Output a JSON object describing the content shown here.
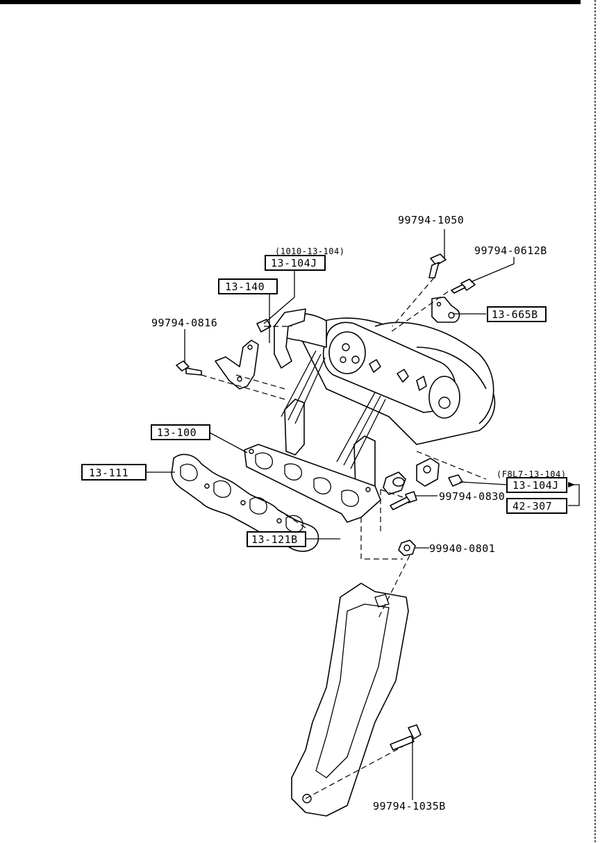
{
  "labels": {
    "bolt_top": "99794-1050",
    "bolt_0612": "99794-0612B",
    "bolt_0816": "99794-0816",
    "bolt_0830": "99794-0830",
    "nut_0801": "99940-0801",
    "bolt_1035": "99794-1035B",
    "note_1010": "(1010-13-104)",
    "note_f8l7": "(F8L7-13-104)"
  },
  "part_boxes": {
    "sensor_top": "13-104J",
    "sensor_right": "13-104J",
    "bracket_140": "13-140",
    "bracket_665": "13-665B",
    "manifold": "13-100",
    "gasket": "13-111",
    "stay": "13-121B",
    "part_42307": "42-307"
  }
}
